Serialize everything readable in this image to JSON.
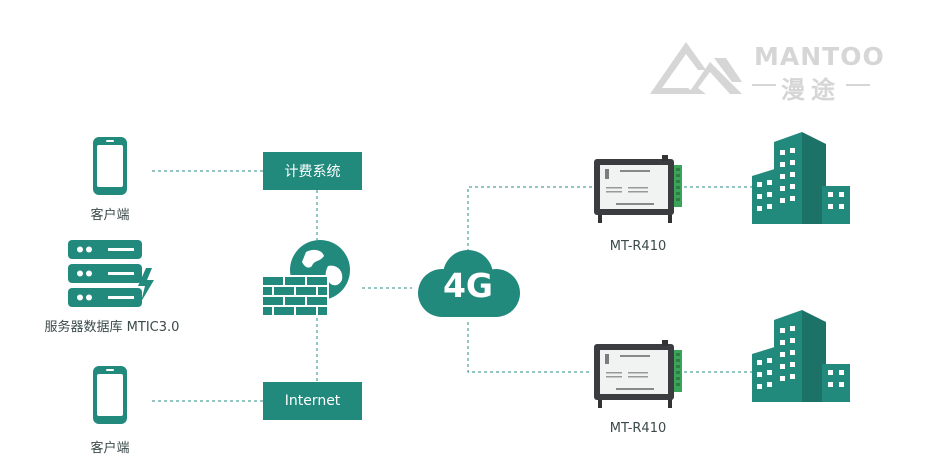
{
  "colors": {
    "teal": "#22897d",
    "dark_teal": "#1d7268",
    "line": "#2a8f84",
    "logo": "#d6d6d6"
  },
  "logo": {
    "brand_en": "MANTOO",
    "brand_cn": "漫途",
    "icon": "mountain-logo-icon"
  },
  "nodes": {
    "client_top": {
      "label": "客户端",
      "icon": "smartphone-icon"
    },
    "server": {
      "label": "服务器数据库 MTIC3.0",
      "icon": "server-rack-icon"
    },
    "client_bottom": {
      "label": "客户端",
      "icon": "smartphone-icon"
    },
    "billing": {
      "label": "计费系统"
    },
    "internet": {
      "label": "Internet"
    },
    "firewall": {
      "icon": "firewall-globe-icon"
    },
    "cloud": {
      "label": "4G",
      "icon": "cloud-icon"
    },
    "device_top": {
      "label": "MT-R410",
      "icon": "rtu-device-icon"
    },
    "device_bottom": {
      "label": "MT-R410",
      "icon": "rtu-device-icon"
    },
    "building_top": {
      "icon": "building-icon"
    },
    "building_bottom": {
      "icon": "building-icon"
    }
  }
}
